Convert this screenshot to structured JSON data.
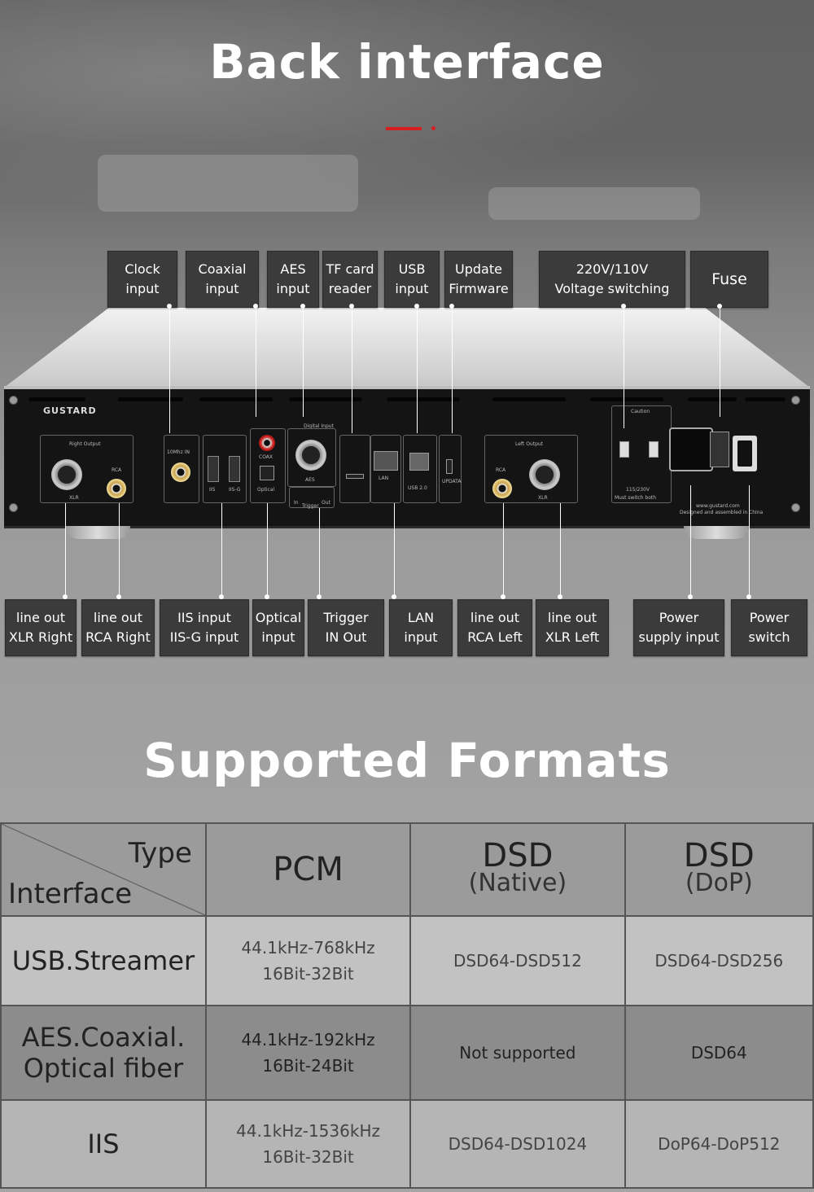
{
  "title_back": "Back interface",
  "title_formats": "Supported Formats",
  "brand": "GUSTARD",
  "top_labels": [
    {
      "id": "clock",
      "text": "Clock\ninput"
    },
    {
      "id": "coaxial",
      "text": "Coaxial\ninput"
    },
    {
      "id": "aes",
      "text": "AES\ninput"
    },
    {
      "id": "tf",
      "text": "TF card\nreader"
    },
    {
      "id": "usb",
      "text": "USB\ninput"
    },
    {
      "id": "update",
      "text": "Update\nFirmware"
    },
    {
      "id": "voltage",
      "text": "220V/110V\nVoltage switching"
    },
    {
      "id": "fuse",
      "text": "Fuse"
    }
  ],
  "bottom_labels": [
    {
      "id": "xlr-right",
      "text": "line out\nXLR Right"
    },
    {
      "id": "rca-right",
      "text": "line out\nRCA Right"
    },
    {
      "id": "iis",
      "text": "IIS input\nIIS-G input"
    },
    {
      "id": "optical",
      "text": "Optical\ninput"
    },
    {
      "id": "trigger",
      "text": "Trigger\nIN    Out"
    },
    {
      "id": "lan",
      "text": "LAN\ninput"
    },
    {
      "id": "rca-left",
      "text": "line out\nRCA Left"
    },
    {
      "id": "xlr-left",
      "text": "line out\nXLR Left"
    },
    {
      "id": "power-supply",
      "text": "Power\nsupply input"
    },
    {
      "id": "power-switch",
      "text": "Power\nswitch"
    }
  ],
  "panel_text": {
    "right_output": "Right Output",
    "left_output": "Left Output",
    "digital_input": "Digital Input",
    "xlr": "XLR",
    "rca": "RCA",
    "clk": "10Mhz IN",
    "iis": "IIS",
    "iisg": "IIS-G",
    "coax": "COAX",
    "optical": "Optical",
    "aes": "AES",
    "trigger": "Trigger",
    "in": "In",
    "out": "Out",
    "lan": "LAN",
    "usb": "USB 2.0",
    "update": "UPDATA",
    "voltage": "115/230V",
    "must": "Must switch both",
    "caution": "Caution",
    "site": "www.gustard.com",
    "designed": "Designed and assembled in China"
  },
  "table": {
    "corner_type": "Type",
    "corner_interface": "Interface",
    "headers": [
      {
        "main": "PCM",
        "sub": ""
      },
      {
        "main": "DSD",
        "sub": "(Native)"
      },
      {
        "main": "DSD",
        "sub": "(DoP)"
      }
    ],
    "rows": [
      {
        "name": "USB.Streamer",
        "pcm": [
          "44.1kHz-768kHz",
          "16Bit-32Bit"
        ],
        "native": "DSD64-DSD512",
        "dop": "DSD64-DSD256"
      },
      {
        "name": "AES.Coaxial.\nOptical fiber",
        "pcm": [
          "44.1kHz-192kHz",
          "16Bit-24Bit"
        ],
        "native": "Not supported",
        "dop": "DSD64"
      },
      {
        "name": "IIS",
        "pcm": [
          "44.1kHz-1536kHz",
          "16Bit-32Bit"
        ],
        "native": "DSD64-DSD1024",
        "dop": "DoP64-DoP512"
      }
    ]
  }
}
